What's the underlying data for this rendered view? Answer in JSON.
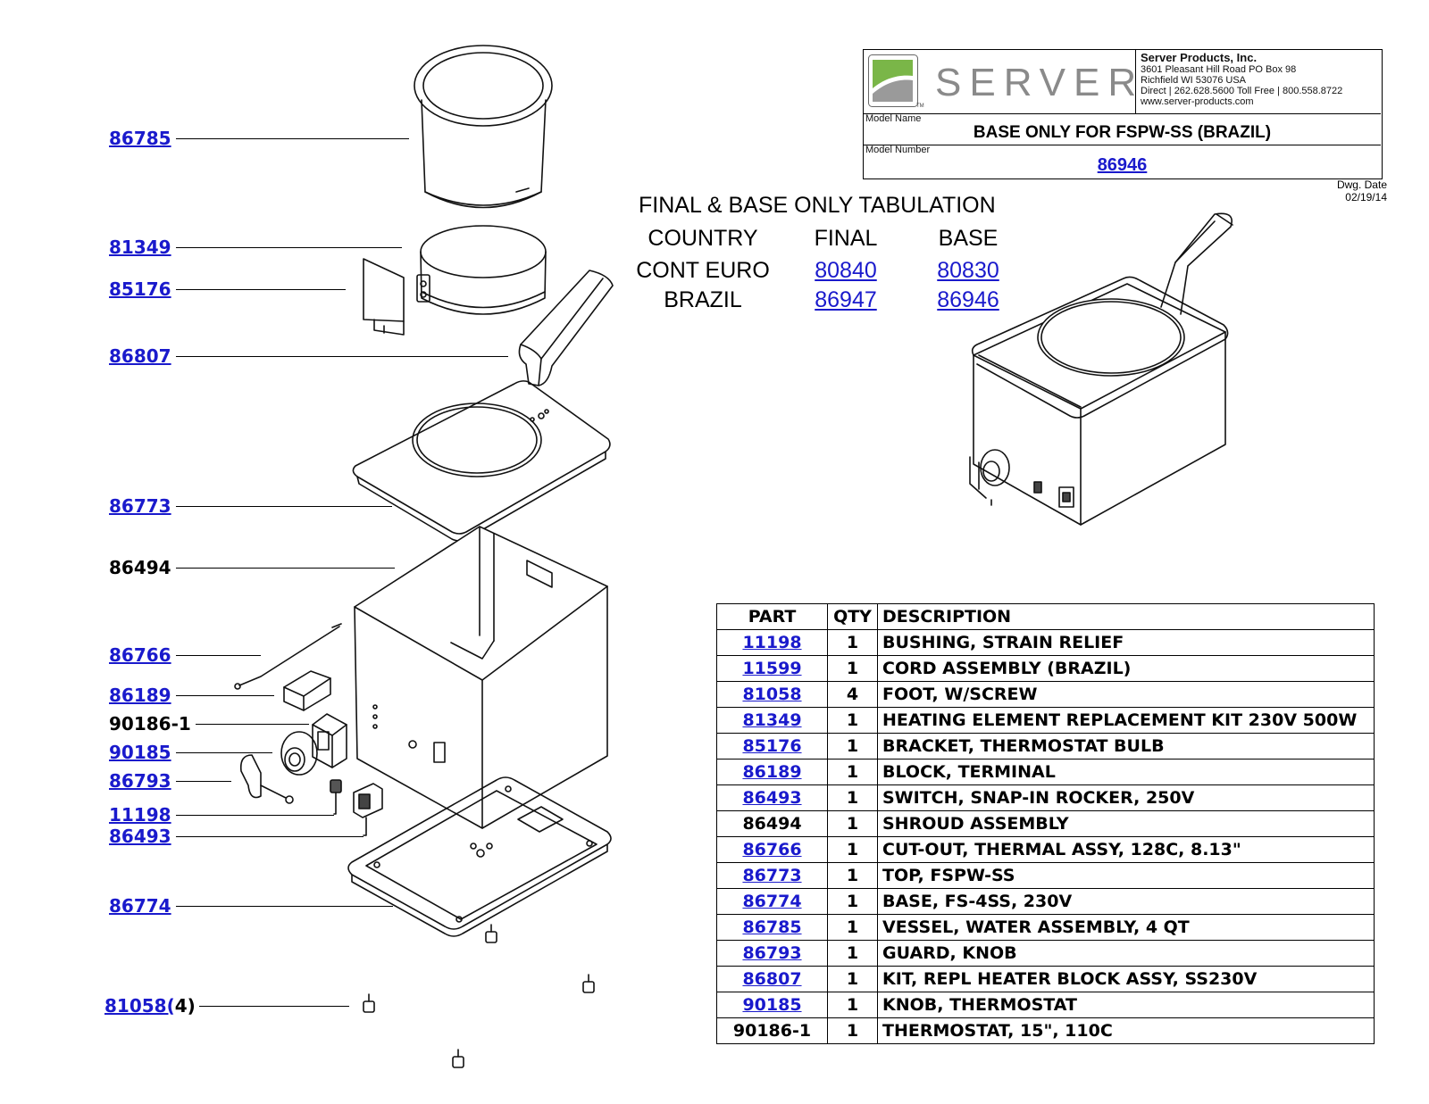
{
  "title_block": {
    "brand": "SERVER",
    "tm": "TM",
    "company_name": "Server Products, Inc.",
    "address_1": "3601 Pleasant Hill Road PO Box 98",
    "address_2": "Richfield WI 53076 USA",
    "phone": "Direct | 262.628.5600  Toll Free | 800.558.8722",
    "website": "www.server-products.com",
    "model_name_label": "Model Name",
    "model_name": "BASE ONLY FOR FSPW-SS (BRAZIL)",
    "model_number_label": "Model Number",
    "model_number": "86946",
    "dwg_date_label": "Dwg. Date",
    "dwg_date": "02/19/14"
  },
  "tabulation": {
    "title": "FINAL & BASE ONLY TABULATION",
    "headers": [
      "COUNTRY",
      "FINAL",
      "BASE"
    ],
    "rows": [
      {
        "country": "CONT EURO",
        "final": "80840",
        "base": "80830"
      },
      {
        "country": "BRAZIL",
        "final": "86947",
        "base": "86946"
      }
    ]
  },
  "callouts": [
    {
      "id": "86785",
      "suffix": "",
      "link": true
    },
    {
      "id": "81349",
      "suffix": "",
      "link": true
    },
    {
      "id": "85176",
      "suffix": "",
      "link": true
    },
    {
      "id": "86807",
      "suffix": "",
      "link": true
    },
    {
      "id": "86773",
      "suffix": "",
      "link": true
    },
    {
      "id": "86494",
      "suffix": "",
      "link": false
    },
    {
      "id": "86766",
      "suffix": "",
      "link": true
    },
    {
      "id": "86189",
      "suffix": "",
      "link": true
    },
    {
      "id": "90186-1",
      "suffix": "",
      "link": false
    },
    {
      "id": "90185",
      "suffix": "",
      "link": true
    },
    {
      "id": "86793",
      "suffix": "",
      "link": true
    },
    {
      "id": "11198",
      "suffix": "",
      "link": true
    },
    {
      "id": "86493",
      "suffix": "",
      "link": true
    },
    {
      "id": "86774",
      "suffix": "",
      "link": true
    },
    {
      "id": "81058(",
      "suffix": "4)",
      "link": true
    }
  ],
  "parts_table": {
    "headers": {
      "part": "PART",
      "qty": "QTY",
      "description": "DESCRIPTION"
    },
    "rows": [
      {
        "part": "11198",
        "qty": "1",
        "description": "BUSHING, STRAIN RELIEF",
        "link": true
      },
      {
        "part": "11599",
        "qty": "1",
        "description": "CORD ASSEMBLY (BRAZIL)",
        "link": true
      },
      {
        "part": "81058",
        "qty": "4",
        "description": "FOOT, W/SCREW",
        "link": true
      },
      {
        "part": "81349",
        "qty": "1",
        "description": "HEATING ELEMENT REPLACEMENT KIT 230V 500W",
        "link": true
      },
      {
        "part": "85176",
        "qty": "1",
        "description": "BRACKET, THERMOSTAT BULB",
        "link": true
      },
      {
        "part": "86189",
        "qty": "1",
        "description": "BLOCK, TERMINAL",
        "link": true
      },
      {
        "part": "86493",
        "qty": "1",
        "description": "SWITCH, SNAP-IN ROCKER, 250V",
        "link": true
      },
      {
        "part": "86494",
        "qty": "1",
        "description": "SHROUD ASSEMBLY",
        "link": false
      },
      {
        "part": "86766",
        "qty": "1",
        "description": "CUT-OUT, THERMAL ASSY, 128C, 8.13\"",
        "link": true
      },
      {
        "part": "86773",
        "qty": "1",
        "description": "TOP, FSPW-SS",
        "link": true
      },
      {
        "part": "86774",
        "qty": "1",
        "description": "BASE, FS-4SS, 230V",
        "link": true
      },
      {
        "part": "86785",
        "qty": "1",
        "description": "VESSEL, WATER ASSEMBLY, 4 QT",
        "link": true
      },
      {
        "part": "86793",
        "qty": "1",
        "description": "GUARD, KNOB",
        "link": true
      },
      {
        "part": "86807",
        "qty": "1",
        "description": "KIT, REPL HEATER BLOCK ASSY, SS230V",
        "link": true
      },
      {
        "part": "90185",
        "qty": "1",
        "description": "KNOB, THERMOSTAT",
        "link": true
      },
      {
        "part": "90186-1",
        "qty": "1",
        "description": "THERMOSTAT, 15\", 110C",
        "link": false
      }
    ]
  },
  "colors": {
    "link": "#1a1acc",
    "logo_green": "#7ab648",
    "logo_grey": "#9a9a9a"
  }
}
